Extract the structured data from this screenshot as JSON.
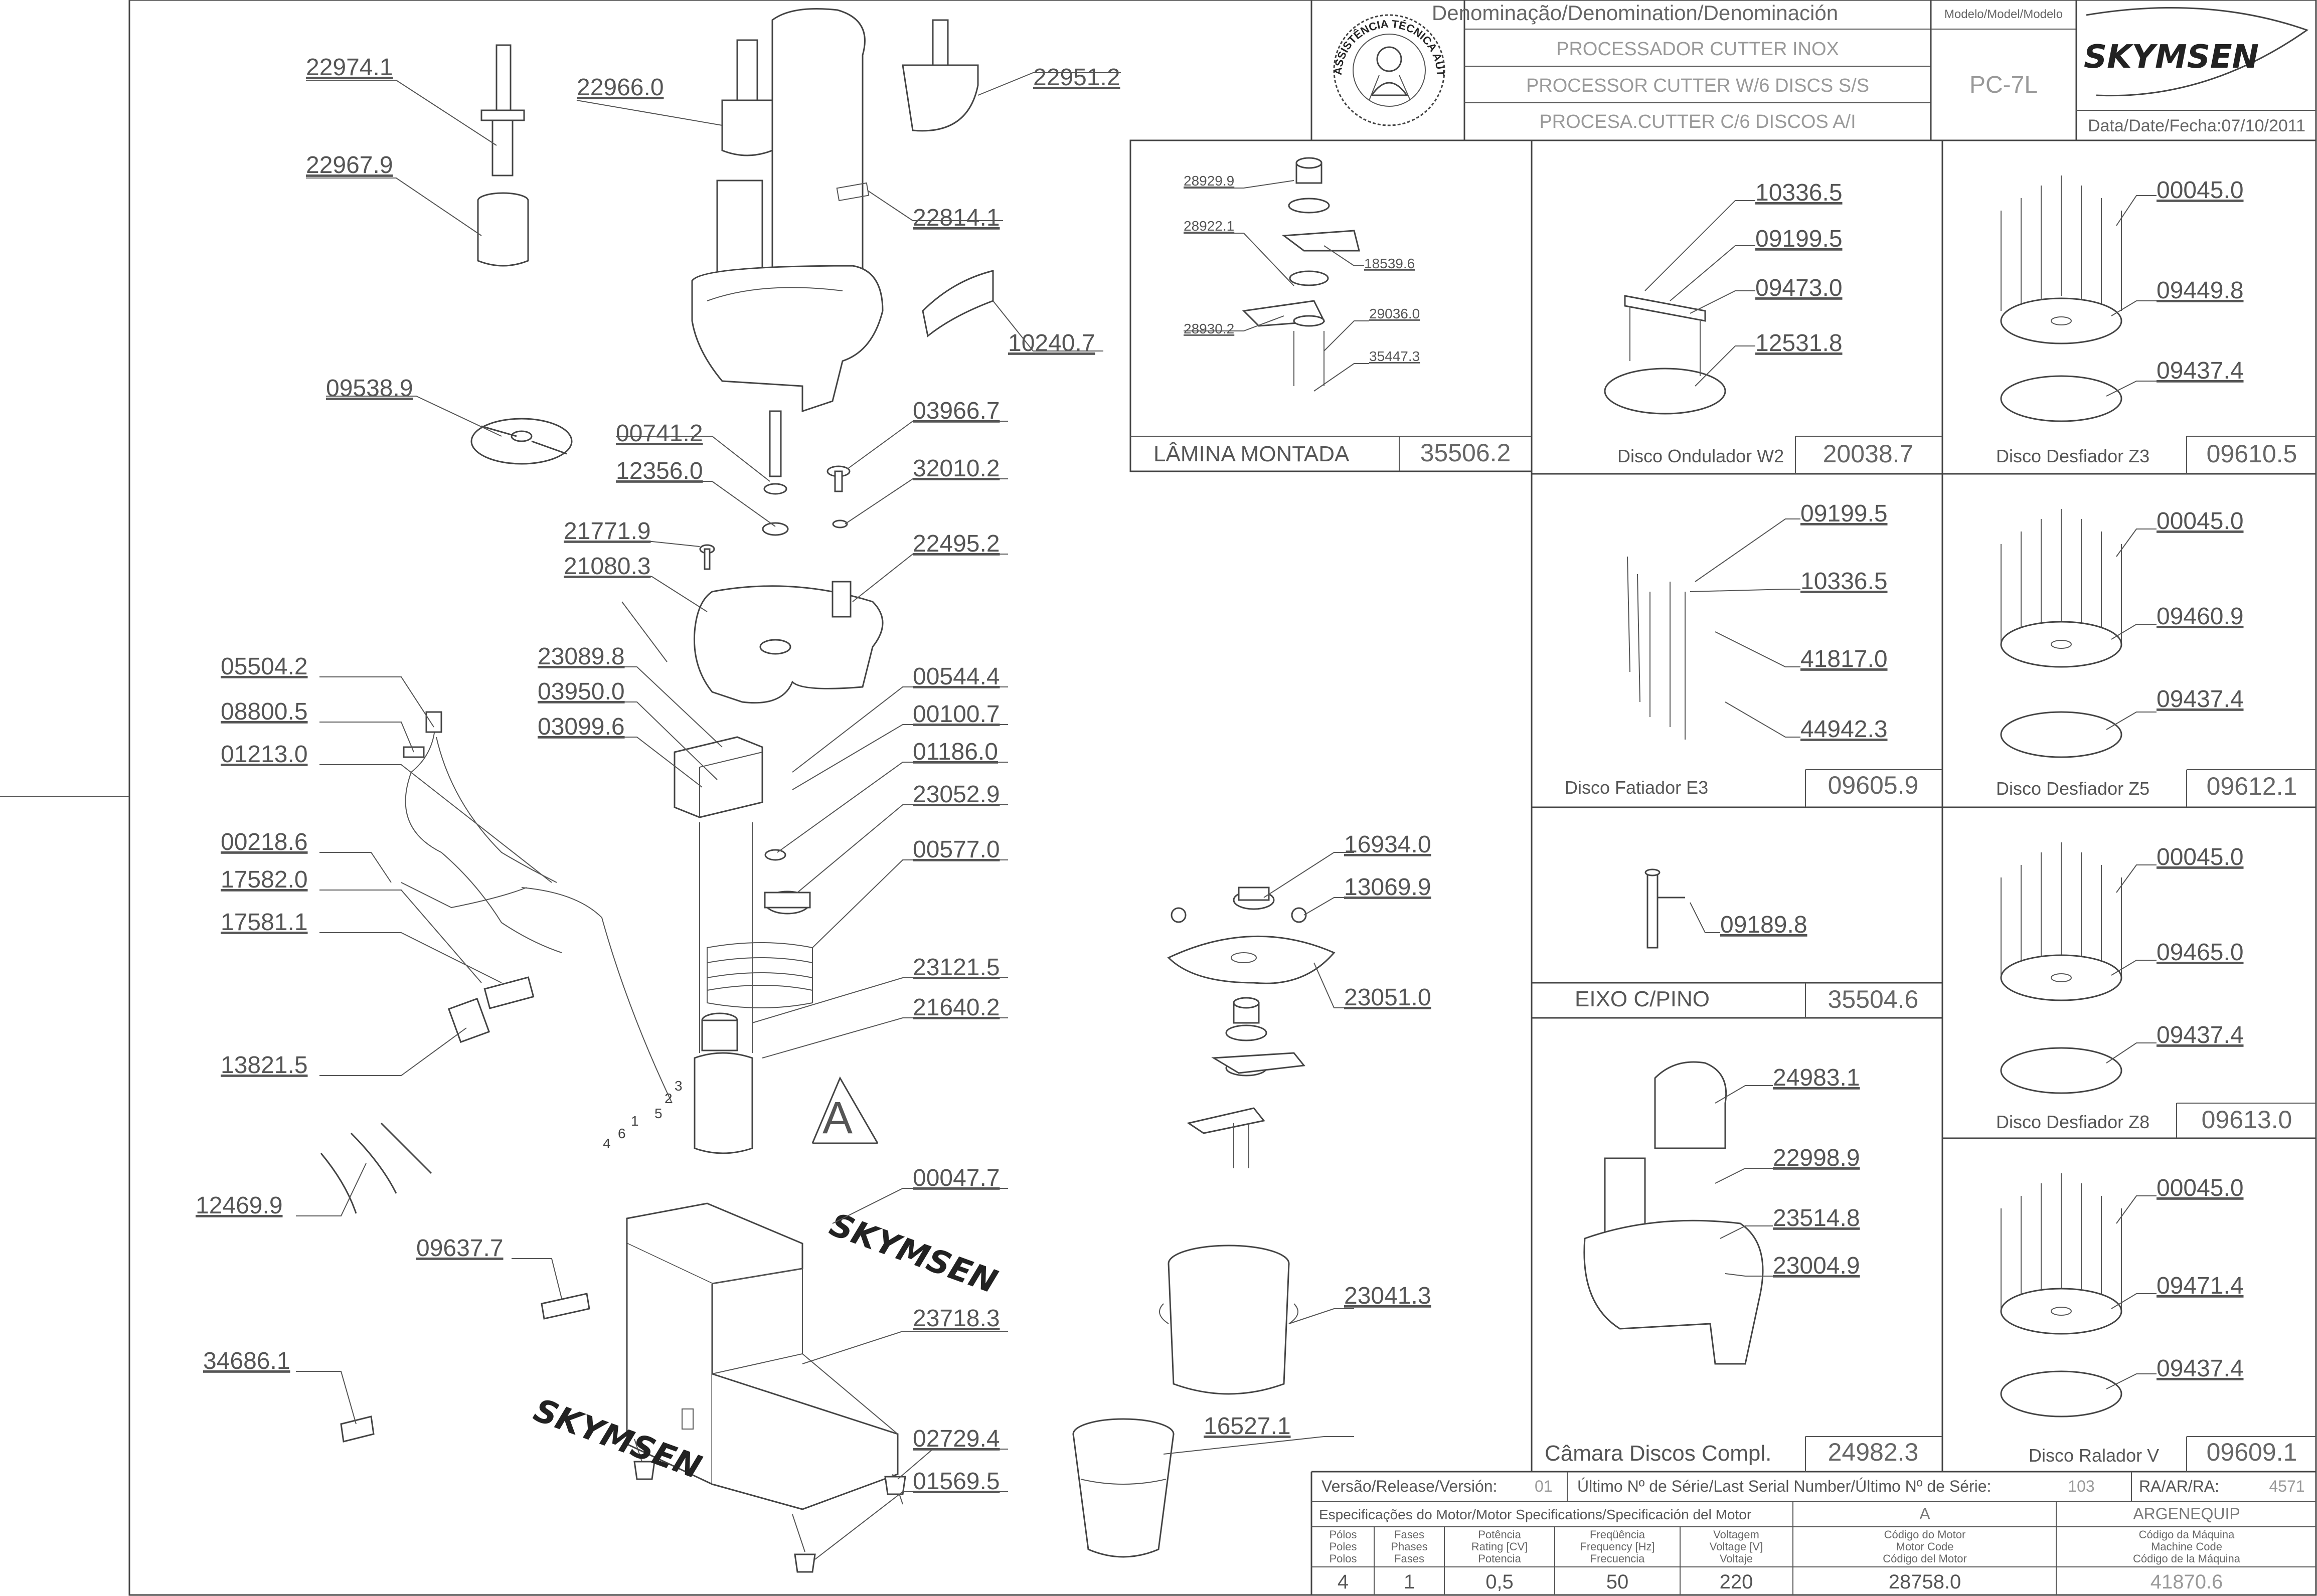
{
  "header": {
    "denomination_label": "Denominação/Denomination/Denominación",
    "names": [
      "PROCESSADOR CUTTER INOX",
      "PROCESSOR CUTTER W/6 DISCS S/S",
      "PROCESA.CUTTER C/6 DISCOS A/I"
    ],
    "model_label": "Modelo/Model/Modelo",
    "model_value": "PC-7L",
    "date_label": "Data/Date/Fecha:07/10/2011",
    "brand": "SKYMSEN",
    "seal_text": "ASSISTÊNCIA TÉCNICA AUTORIZADA"
  },
  "main_labels": {
    "l22974": "22974.1",
    "l22967": "22967.9",
    "l22966": "22966.0",
    "l22951": "22951.2",
    "l22814": "22814.1",
    "l10240": "10240.7",
    "l09538": "09538.9",
    "l00741": "00741.2",
    "l12356": "12356.0",
    "l03966": "03966.7",
    "l32010": "32010.2",
    "l21771": "21771.9",
    "l21080": "21080.3",
    "l22495": "22495.2",
    "l23089": "23089.8",
    "l03950": "03950.0",
    "l03099": "03099.6",
    "l00544": "00544.4",
    "l00100": "00100.7",
    "l01186": "01186.0",
    "l23052": "23052.9",
    "l00577": "00577.0",
    "l05504": "05504.2",
    "l08800": "08800.5",
    "l01213": "01213.0",
    "l00218": "00218.6",
    "l17582": "17582.0",
    "l17581": "17581.1",
    "l13821": "13821.5",
    "l23121": "23121.5",
    "l21640": "21640.2",
    "l12469": "12469.9",
    "l00047": "00047.7",
    "l09637": "09637.7",
    "l23718": "23718.3",
    "l34686": "34686.1",
    "l02729": "02729.4",
    "l01569": "01569.5",
    "l16934": "16934.0",
    "l13069": "13069.9",
    "l23051": "23051.0",
    "l23041": "23041.3",
    "l16527": "16527.1"
  },
  "motor_wire_numbers": [
    "3",
    "2",
    "5",
    "1",
    "6",
    "4"
  ],
  "motor_letter": "A",
  "panel_lamina": {
    "labels": [
      "28929.9",
      "28922.1",
      "18539.6",
      "28930.2",
      "29036.0",
      "35447.3"
    ],
    "title": "LÂMINA MONTADA",
    "code": "35506.2"
  },
  "panel_ondulador": {
    "labels": [
      "10336.5",
      "09199.5",
      "09473.0",
      "12531.8"
    ],
    "title": "Disco Ondulador W2",
    "code": "20038.7"
  },
  "panel_fatiador": {
    "labels": [
      "09199.5",
      "10336.5",
      "41817.0",
      "44942.3"
    ],
    "title": "Disco Fatiador E3",
    "code": "09605.9"
  },
  "panel_eixo": {
    "labels": [
      "09189.8"
    ],
    "title": "EIXO C/PINO",
    "code": "35504.6"
  },
  "panel_camara": {
    "labels": [
      "24983.1",
      "22998.9",
      "23514.8",
      "23004.9"
    ],
    "title": "Câmara Discos Compl.",
    "code": "24982.3"
  },
  "panel_z3": {
    "labels": [
      "00045.0",
      "09449.8",
      "09437.4"
    ],
    "title": "Disco Desfiador Z3",
    "code": "09610.5"
  },
  "panel_z5": {
    "labels": [
      "00045.0",
      "09460.9",
      "09437.4"
    ],
    "title": "Disco Desfiador Z5",
    "code": "09612.1"
  },
  "panel_z8": {
    "labels": [
      "00045.0",
      "09465.0",
      "09437.4"
    ],
    "title": "Disco Desfiador Z8",
    "code": "09613.0"
  },
  "panel_ralador": {
    "labels": [
      "00045.0",
      "09471.4",
      "09437.4"
    ],
    "title": "Disco Ralador V",
    "code": "09609.1"
  },
  "footer": {
    "version_label": "Versão/Release/Versión:",
    "version_value": "01",
    "serial_label": "Último Nº de Série/Last Serial Number/Último Nº de Série:",
    "serial_value": "103",
    "ra_label": "RA/AR/RA:",
    "ra_value": "4571",
    "motor_spec_label": "Especificações do Motor/Motor Specifications/Specificación del Motor",
    "motor_letter": "A",
    "manufacturer": "ARGENEQUIP",
    "columns": [
      {
        "lines": [
          "Pólos",
          "Poles",
          "Polos"
        ],
        "value": "4"
      },
      {
        "lines": [
          "Fases",
          "Phases",
          "Fases"
        ],
        "value": "1"
      },
      {
        "lines": [
          "Potência",
          "Rating [CV]",
          "Potencia"
        ],
        "value": "0,5"
      },
      {
        "lines": [
          "Freqüência",
          "Frequency [Hz]",
          "Frecuencia"
        ],
        "value": "50"
      },
      {
        "lines": [
          "Voltagem",
          "Voltage [V]",
          "Voltaje"
        ],
        "value": "220"
      },
      {
        "lines": [
          "Código do Motor",
          "Motor Code",
          "Código del Motor"
        ],
        "value": "28758.0"
      },
      {
        "lines": [
          "Código da Máquina",
          "Machine Code",
          "Código de la Máquina"
        ],
        "value": "41870.6"
      }
    ]
  }
}
